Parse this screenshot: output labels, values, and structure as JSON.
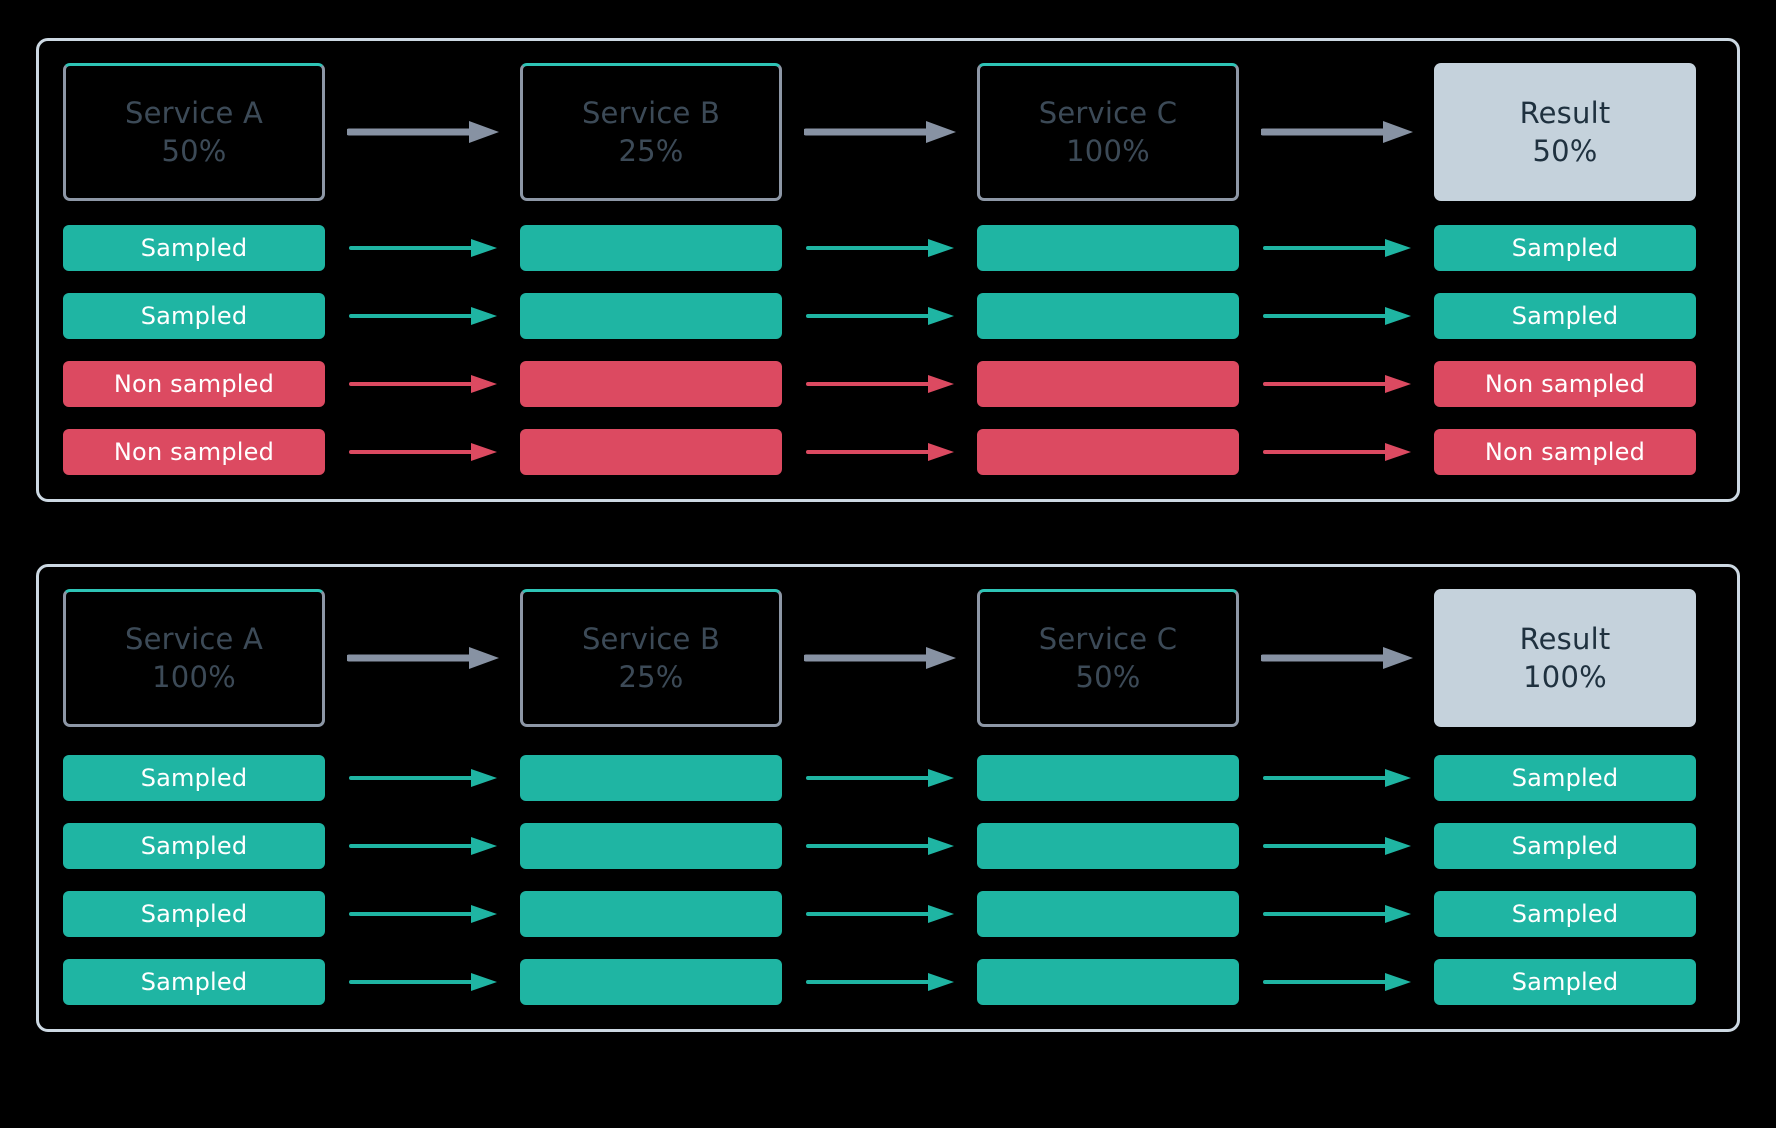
{
  "colors": {
    "background": "#000000",
    "panel_border": "#ccd8e2",
    "service_box_border": "#8d97a6",
    "service_box_accent": "#2ec4b6",
    "service_text": "#3c4a57",
    "result_fill": "#c5d2dc",
    "result_text": "#1f313f",
    "sampled": "#1fb5a3",
    "non_sampled": "#dc4a61",
    "gray_arrow": "#8792a3",
    "bar_label": "#ffffff"
  },
  "labels": {
    "sampled": "Sampled",
    "non_sampled": "Non sampled"
  },
  "panels": [
    {
      "id": "panel-head-based-sampling",
      "header": {
        "services": [
          {
            "name": "Service A",
            "percent": "50%"
          },
          {
            "name": "Service B",
            "percent": "25%"
          },
          {
            "name": "Service C",
            "percent": "100%"
          }
        ],
        "result": {
          "name": "Result",
          "percent": "50%"
        }
      },
      "traces": [
        {
          "state": "sampled",
          "start_label": "Sampled",
          "end_label": "Sampled"
        },
        {
          "state": "sampled",
          "start_label": "Sampled",
          "end_label": "Sampled"
        },
        {
          "state": "non_sampled",
          "start_label": "Non sampled",
          "end_label": "Non sampled"
        },
        {
          "state": "non_sampled",
          "start_label": "Non sampled",
          "end_label": "Non sampled"
        }
      ]
    },
    {
      "id": "panel-tail-based-sampling",
      "header": {
        "services": [
          {
            "name": "Service A",
            "percent": "100%"
          },
          {
            "name": "Service B",
            "percent": "25%"
          },
          {
            "name": "Service C",
            "percent": "50%"
          }
        ],
        "result": {
          "name": "Result",
          "percent": "100%"
        }
      },
      "traces": [
        {
          "state": "sampled",
          "start_label": "Sampled",
          "end_label": "Sampled"
        },
        {
          "state": "sampled",
          "start_label": "Sampled",
          "end_label": "Sampled"
        },
        {
          "state": "sampled",
          "start_label": "Sampled",
          "end_label": "Sampled"
        },
        {
          "state": "sampled",
          "start_label": "Sampled",
          "end_label": "Sampled"
        }
      ]
    }
  ]
}
